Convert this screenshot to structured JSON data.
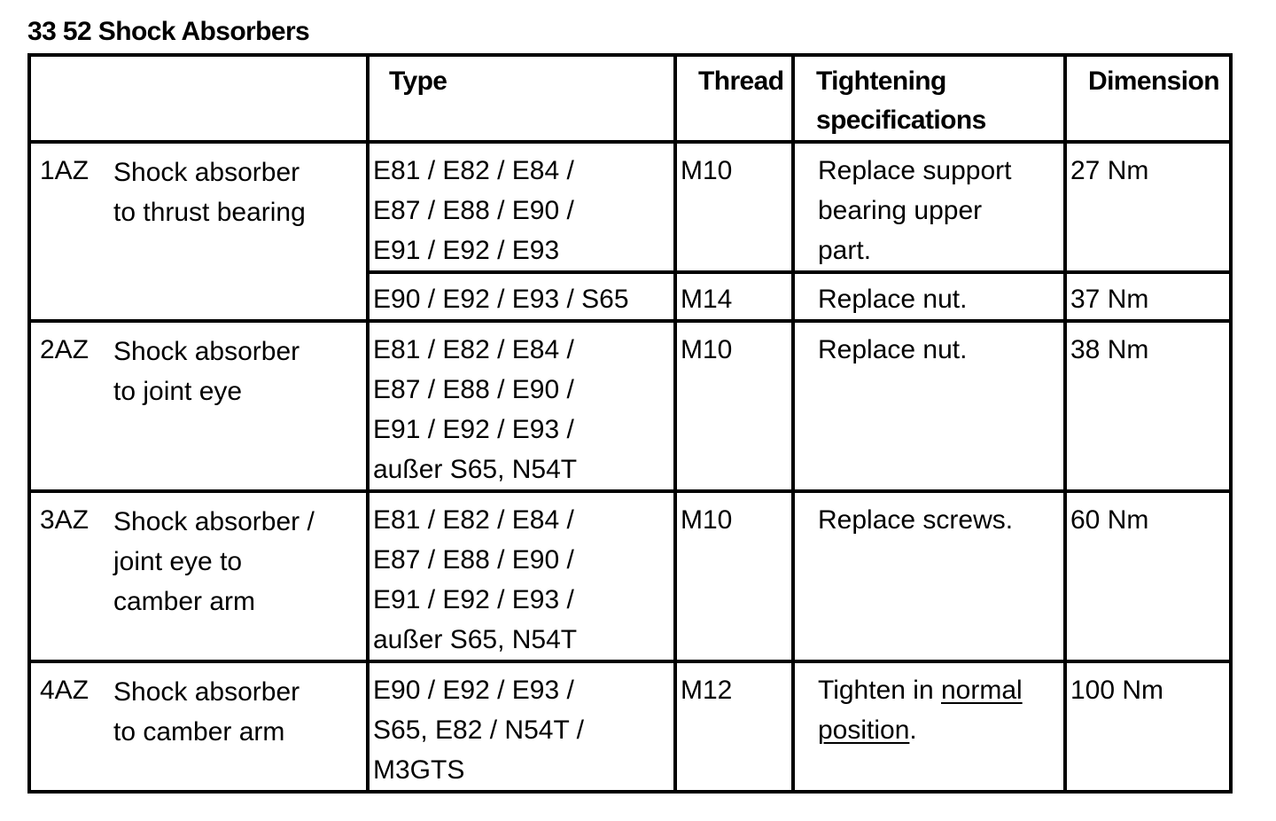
{
  "title": "33 52 Shock Absorbers",
  "headers": {
    "type": "Type",
    "thread": "Thread",
    "tightening_line1": "Tightening",
    "tightening_line2": "specifications",
    "dimension": "Dimension"
  },
  "rows": [
    {
      "code": "1AZ",
      "desc_lines": [
        "Shock absorber",
        "to thrust bearing"
      ],
      "sub": [
        {
          "type_lines": [
            "E81 / E82 / E84 /",
            "E87 / E88 / E90 /",
            "E91 / E92 / E93"
          ],
          "thread": "M10",
          "tightening_lines": [
            "Replace support",
            "bearing upper",
            "part."
          ],
          "dimension": "27 Nm"
        },
        {
          "type_lines": [
            "E90 / E92 / E93 / S65"
          ],
          "thread": "M14",
          "tightening_lines": [
            "Replace nut."
          ],
          "dimension": "37 Nm"
        }
      ]
    },
    {
      "code": "2AZ",
      "desc_lines": [
        "Shock absorber",
        "to joint eye"
      ],
      "sub": [
        {
          "type_lines": [
            "E81 / E82 / E84 /",
            "E87 / E88 / E90 /",
            "E91 / E92 / E93 /",
            "außer S65, N54T"
          ],
          "thread": "M10",
          "tightening_lines": [
            "Replace nut."
          ],
          "dimension": "38 Nm"
        }
      ]
    },
    {
      "code": "3AZ",
      "desc_lines": [
        "Shock absorber /",
        "joint eye to",
        "camber arm"
      ],
      "sub": [
        {
          "type_lines": [
            "E81 / E82 / E84 /",
            "E87 / E88 / E90 /",
            "E91 / E92 / E93 /",
            "außer S65, N54T"
          ],
          "thread": "M10",
          "tightening_lines": [
            "Replace screws."
          ],
          "dimension": "60 Nm"
        }
      ]
    },
    {
      "code": "4AZ",
      "desc_lines": [
        "Shock absorber",
        "to camber arm"
      ],
      "sub": [
        {
          "type_lines": [
            "E90 / E92 / E93 /",
            "S65, E82 / N54T /",
            "M3GTS"
          ],
          "thread": "M12",
          "tightening_prefix": "Tighten in ",
          "tightening_link_1": "normal",
          "tightening_link_2": "position",
          "tightening_suffix": ".",
          "dimension": "100 Nm"
        }
      ]
    }
  ]
}
